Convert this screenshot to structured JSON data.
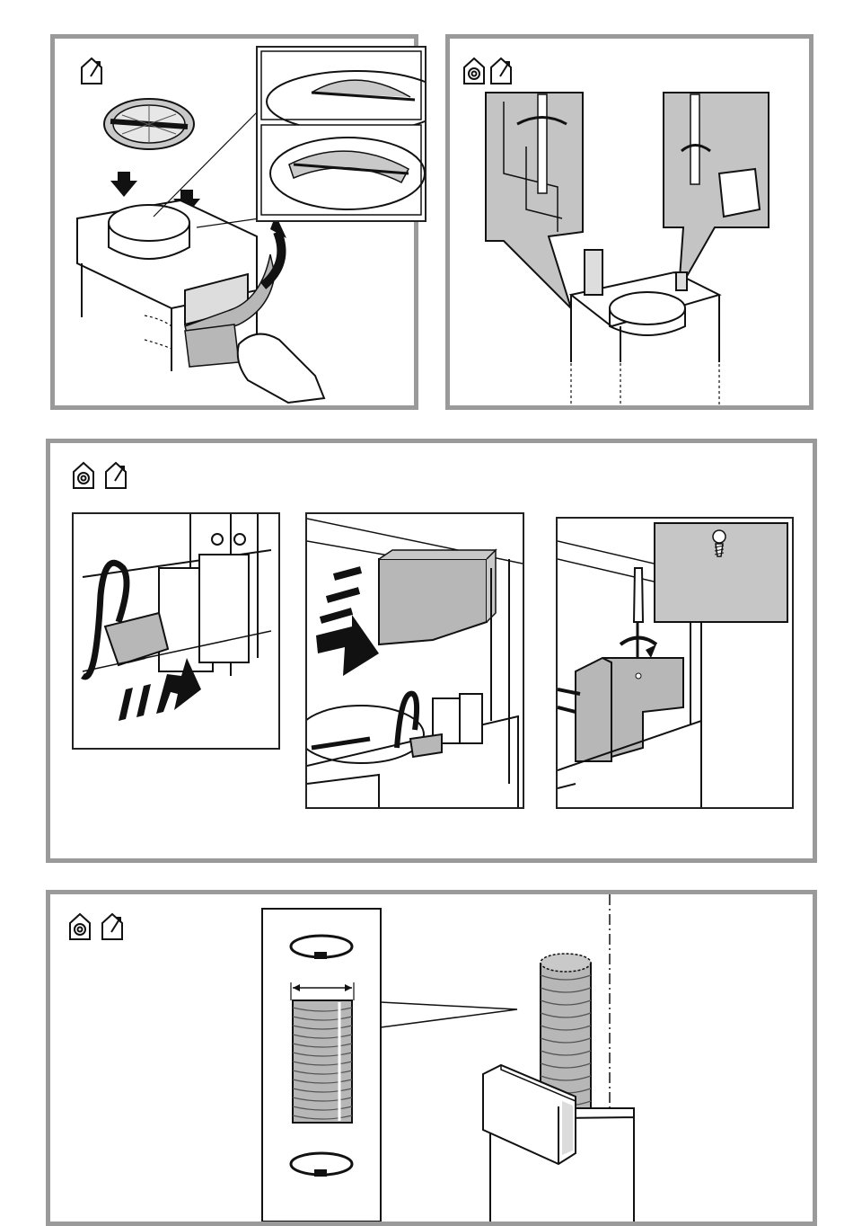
{
  "colors": {
    "frame": "#9a9a9a",
    "part_grey": "#b7b7b7",
    "line": "#111111"
  },
  "icons": {
    "ducted": "house-outlet-icon",
    "recirculation": "house-recirculation-icon"
  },
  "panels": [
    {
      "name": "step-duct-flange-and-valve",
      "icons": [
        "house-outlet-icon"
      ]
    },
    {
      "name": "step-motor-connection-screws",
      "icons": [
        "house-recirculation-icon",
        "house-outlet-icon"
      ]
    },
    {
      "name": "step-electrical-box",
      "icons": [
        "house-recirculation-icon",
        "house-outlet-icon"
      ]
    },
    {
      "name": "step-flexible-duct",
      "icons": [
        "house-recirculation-icon",
        "house-outlet-icon"
      ]
    }
  ]
}
